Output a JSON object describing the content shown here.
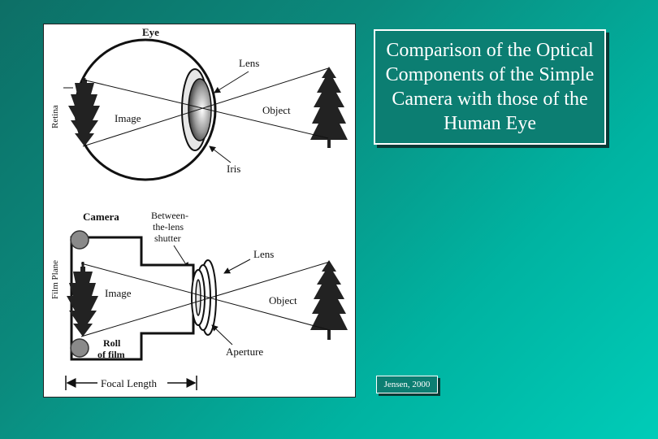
{
  "figure": {
    "eye_label": "Eye",
    "eye_lens_label": "Lens",
    "retina_label": "Retina",
    "eye_image_label": "Image",
    "eye_object_label": "Object",
    "iris_label": "Iris",
    "camera_label": "Camera",
    "shutter_label_line1": "Between-",
    "shutter_label_line2": "the-lens",
    "shutter_label_line3": "shutter",
    "camera_lens_label": "Lens",
    "film_plane_label": "Film Plane",
    "camera_image_label": "Image",
    "camera_object_label": "Object",
    "roll_label_line1": "Roll",
    "roll_label_line2": "of film",
    "aperture_label": "Aperture",
    "focal_length_label": "Focal Length"
  },
  "title": "Comparison of the Optical Components of the Simple Camera with those of the Human Eye",
  "credit": "Jensen, 2000",
  "colors": {
    "title_box_bg": "#0c7e72",
    "text": "#ffffff"
  }
}
